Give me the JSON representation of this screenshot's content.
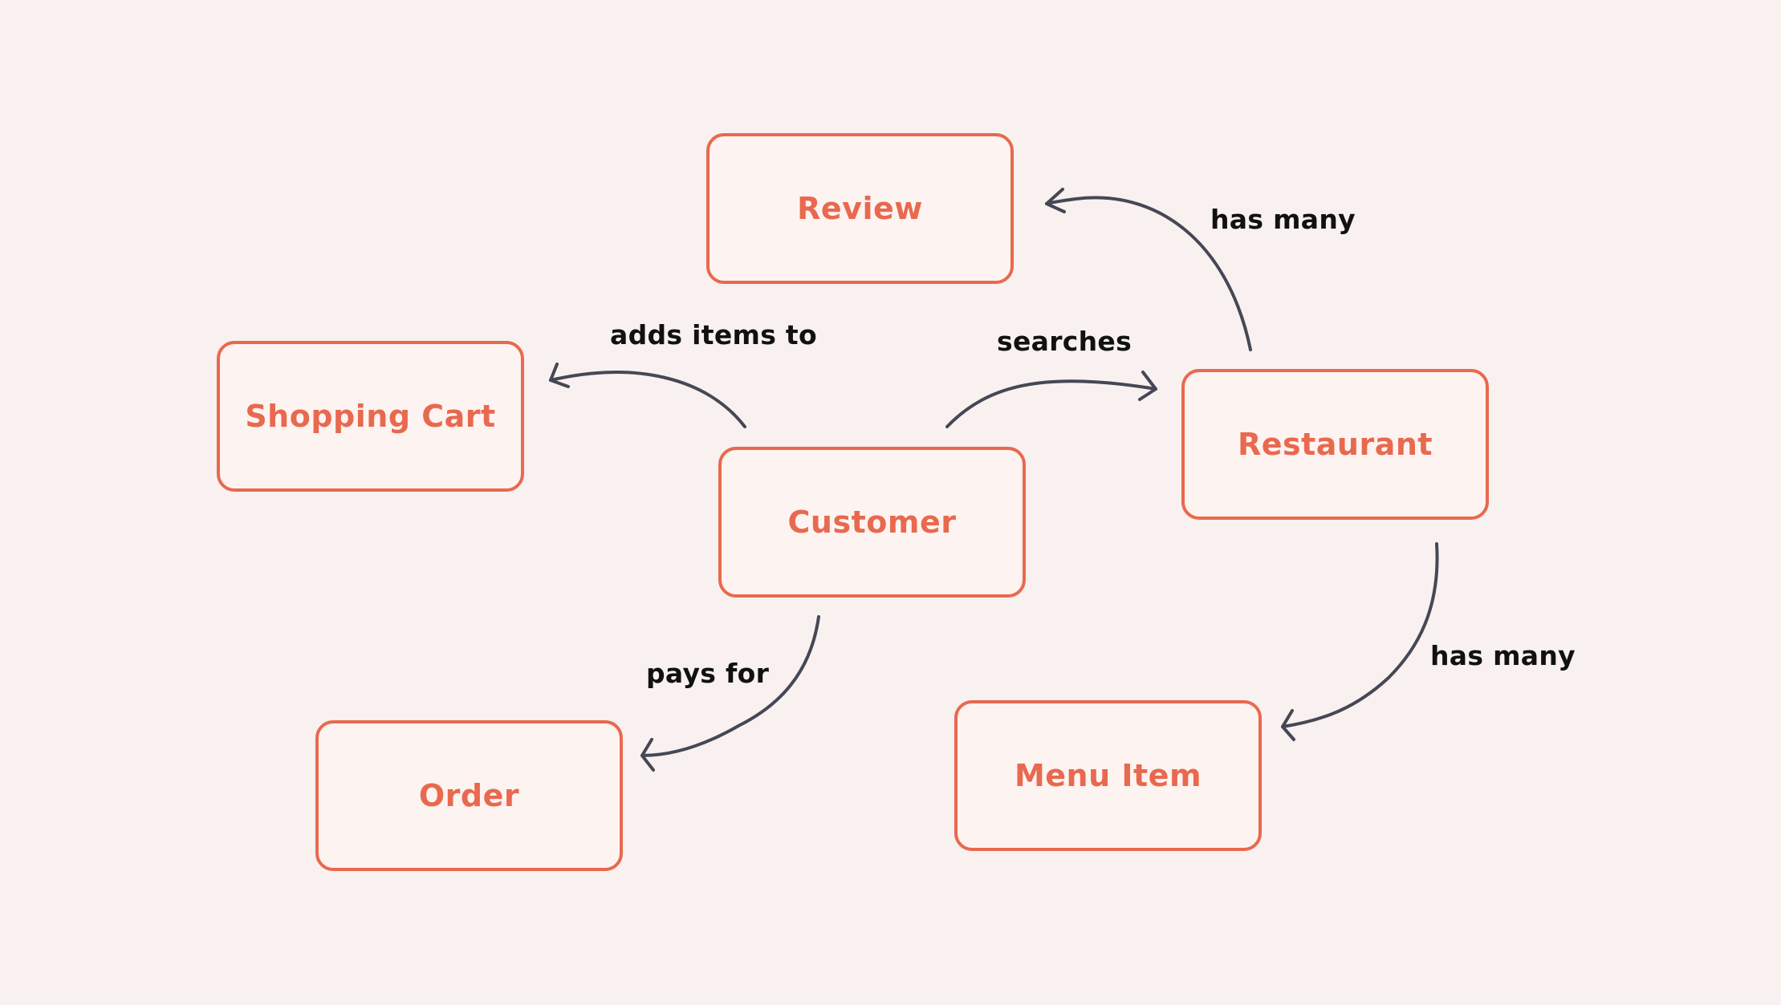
{
  "diagram": {
    "colors": {
      "background": "#f8f1ef",
      "node_border": "#e8694f",
      "node_fill": "#fdf3f0",
      "node_text": "#e8694f",
      "edge_stroke": "#454854",
      "edge_text": "#111111"
    },
    "nodes": {
      "review": "Review",
      "shopping_cart": "Shopping Cart",
      "customer": "Customer",
      "restaurant": "Restaurant",
      "order": "Order",
      "menu_item": "Menu Item"
    },
    "edges": {
      "restaurant_review": "has many",
      "customer_cart": "adds items to",
      "customer_restaurant": "searches",
      "customer_order": "pays for",
      "restaurant_menu": "has many"
    }
  }
}
